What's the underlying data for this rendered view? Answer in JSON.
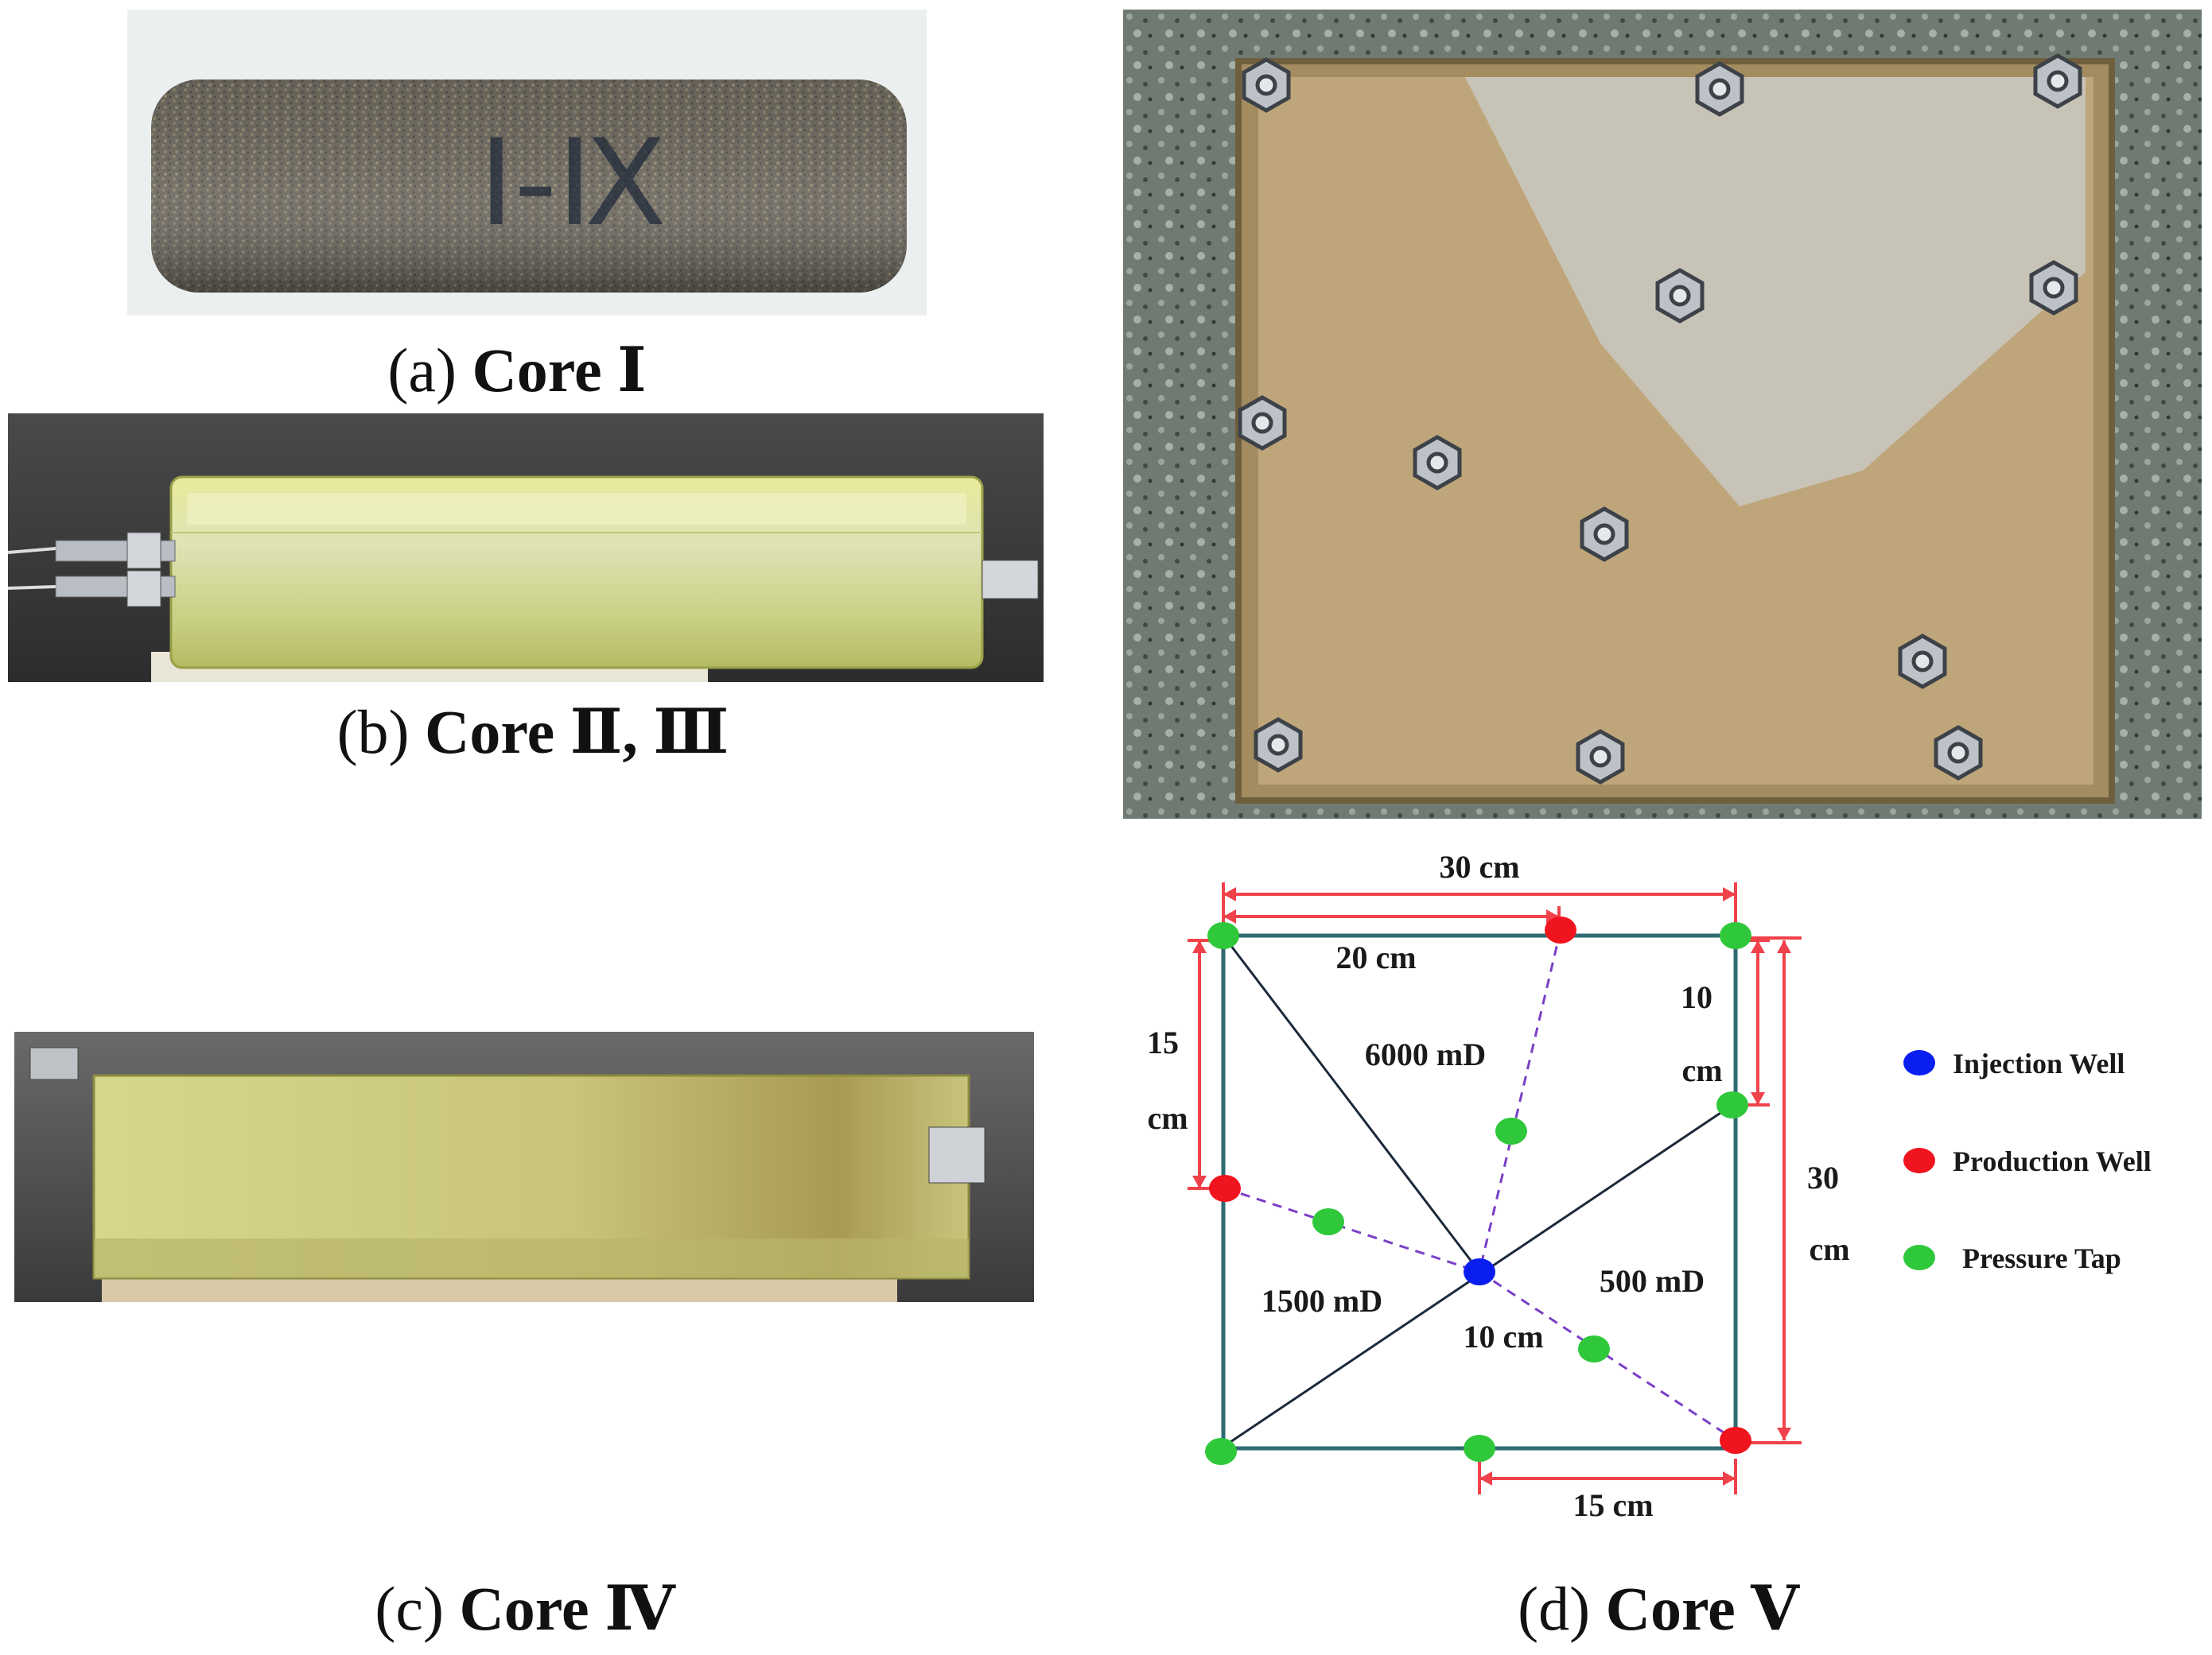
{
  "panels": {
    "a": {
      "letter": "(a)",
      "name": "Core Ⅰ",
      "marking": "Ⅰ-Ⅸ"
    },
    "b": {
      "letter": "(b)",
      "name": "Core Ⅱ, Ⅲ"
    },
    "c": {
      "letter": "(c)",
      "name": "Core Ⅳ"
    },
    "d": {
      "letter": "(d)",
      "name": "Core Ⅴ"
    }
  },
  "schematic": {
    "dims": {
      "top_outer": "30 cm",
      "top_inner": "20 cm",
      "left": [
        "15",
        "cm"
      ],
      "right_inner": [
        "10",
        "cm"
      ],
      "right_outer": [
        "30",
        "cm"
      ],
      "bottom": "15 cm",
      "center": "10 cm"
    },
    "zones": {
      "top": "6000 mD",
      "left": "1500 mD",
      "right": "500 mD"
    },
    "legend": [
      {
        "label": "Injection Well",
        "color": "#0a1ef0"
      },
      {
        "label": "Production Well",
        "color": "#f0141e"
      },
      {
        "label": "Pressure Tap",
        "color": "#2fc83a"
      }
    ],
    "colors": {
      "boundary": "#2e6b72",
      "dimension": "#f0424b",
      "fracture": "#7a3fc6",
      "line": "#1c2a3a"
    }
  }
}
